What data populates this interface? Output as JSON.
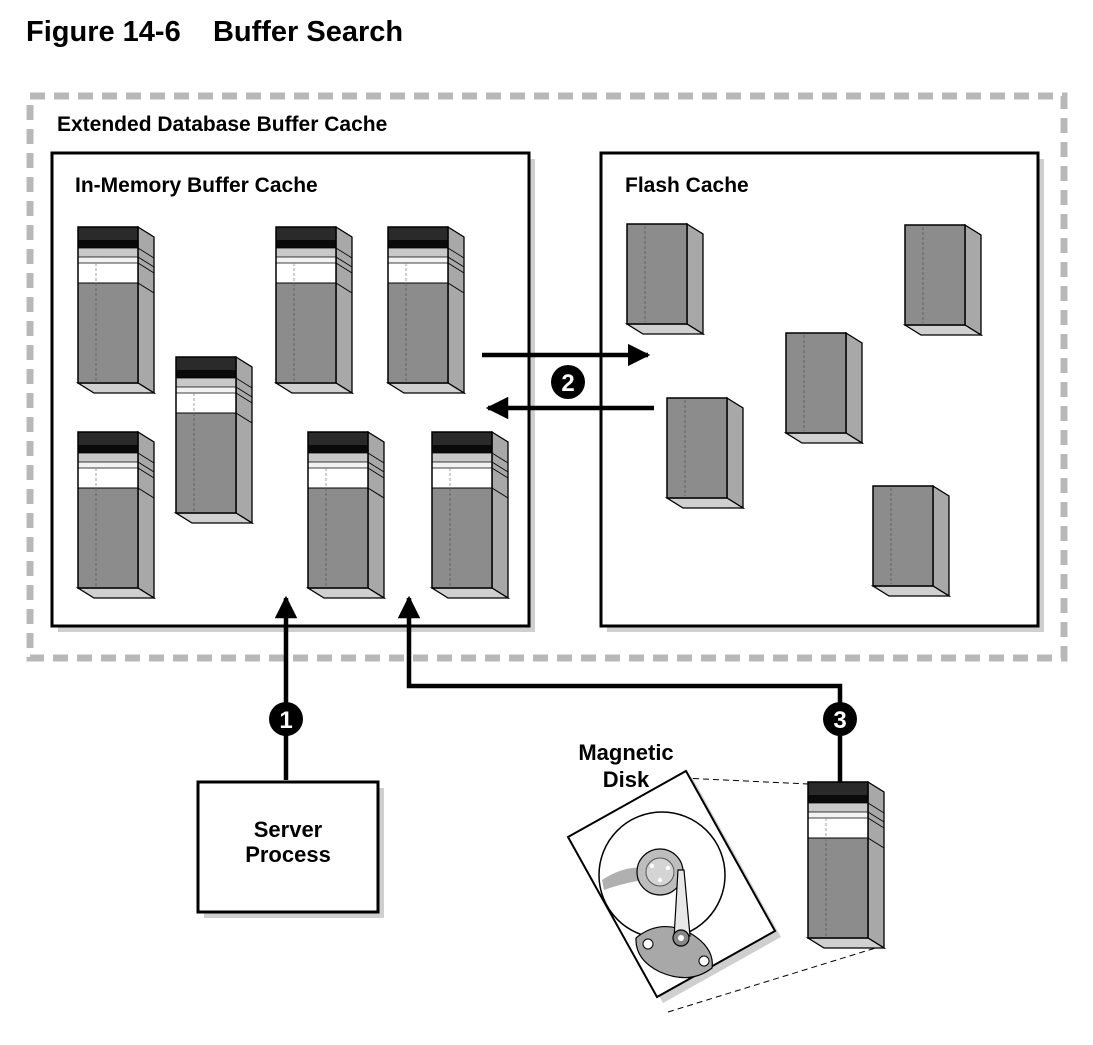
{
  "figure": {
    "title": "Figure 14-6    Buffer Search"
  },
  "extended_cache": {
    "label": "Extended Database Buffer Cache"
  },
  "in_memory_cache": {
    "label": "In-Memory Buffer Cache"
  },
  "flash_cache": {
    "label": "Flash Cache"
  },
  "server_process": {
    "line1": "Server",
    "line2": "Process"
  },
  "magnetic_disk": {
    "line1": "Magnetic",
    "line2": "Disk"
  },
  "steps": [
    "1",
    "2",
    "3"
  ],
  "colors": {
    "buffer_body": "#8c8c8c",
    "buffer_side": "#a8a8a8",
    "buffer_top": "#d6d6d6",
    "dashed_border": "#b8b8b8",
    "box_shadow": "#bdbdbd"
  }
}
